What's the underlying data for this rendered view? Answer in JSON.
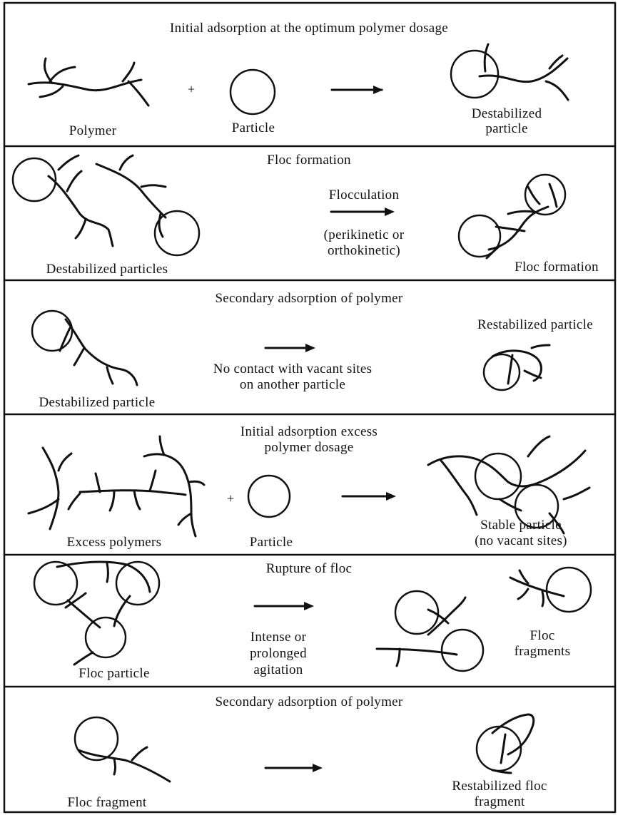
{
  "panels": [
    {
      "title": "Initial adsorption at the optimum polymer dosage",
      "labels": {
        "left": "Polymer",
        "middle": "Particle",
        "right_1": "Destabilized",
        "right_2": "particle"
      }
    },
    {
      "title": "Floc formation",
      "labels": {
        "left": "Destabilized particles",
        "arrow_1": "Flocculation",
        "arrow_2": "(perikinetic or",
        "arrow_3": "orthokinetic)",
        "right": "Floc formation"
      }
    },
    {
      "title": "Secondary adsorption of polymer",
      "labels": {
        "left": "Destabilized particle",
        "arrow_1": "No contact with vacant sites",
        "arrow_2": "on another particle",
        "right": "Restabilized particle"
      }
    },
    {
      "title_1": "Initial adsorption excess",
      "title_2": "polymer dosage",
      "labels": {
        "left": "Excess polymers",
        "middle": "Particle",
        "right_1": "Stable particle",
        "right_2": "(no vacant sites)"
      }
    },
    {
      "title": "Rupture of floc",
      "labels": {
        "left": "Floc particle",
        "arrow_1": "Intense or",
        "arrow_2": "prolonged",
        "arrow_3": "agitation",
        "right_1": "Floc",
        "right_2": "fragments"
      }
    },
    {
      "title": "Secondary adsorption of polymer",
      "labels": {
        "left": "Floc fragment",
        "right_1": "Restabilized floc",
        "right_2": "fragment"
      }
    }
  ],
  "symbols": {
    "plus": "+"
  },
  "colors": {
    "ink": "#111111",
    "background": "#ffffff",
    "border": "#222222"
  }
}
